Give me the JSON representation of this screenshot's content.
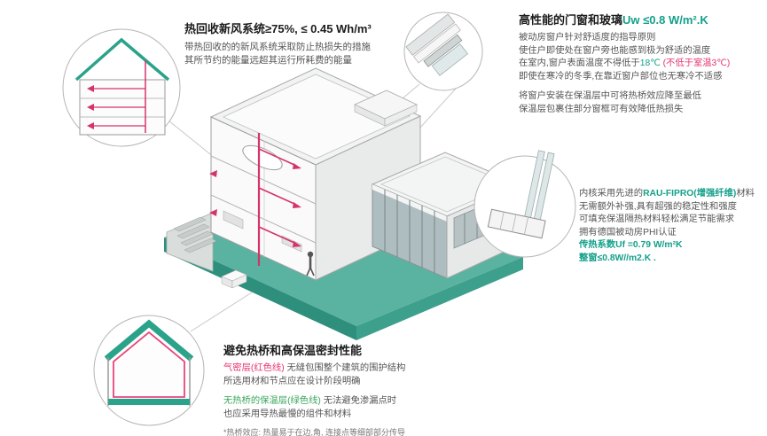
{
  "colors": {
    "teal": "#14a08a",
    "red": "#e8336d",
    "green": "#3aa65c"
  },
  "ventilation": {
    "title": "热回收新风系统≥75%, ≤ 0.45 Wh/m³",
    "body1": "带热回收的的新风系统采取防止热损失的措施",
    "body2": "其所节约的能量远超其运行所耗费的能量"
  },
  "windows": {
    "title_main": "高性能的门窗和玻璃",
    "title_value": "Uw ≤0.8 W/m².K",
    "line1": "被动房窗户针对舒适度的指导原则",
    "line2": "使住户即使处在窗户旁也能感到极为舒适的温度",
    "line3a": "在室内,窗户表面温度不得低于",
    "line3b": "18℃",
    "line3c": " (不低于室温3℃)",
    "line4": "即使在寒冷的冬季,在靠近窗户部位也无寒冷不适感",
    "line5": "将窗户安装在保温层中可将热桥效应降至最低",
    "line6": "保温层包裹住部分窗框可有效降低热损失"
  },
  "profile": {
    "line1a": "内核采用先进的",
    "line1b": "RAU-FIPRO(增强纤维)",
    "line1c": "材料",
    "line2": "无需额外补强,具有超强的稳定性和强度",
    "line3": "可填充保温隔热材料轻松满足节能需求",
    "line4": "拥有德国被动房PHI认证",
    "line5": "传热系数Uf =0.79 W/m²K",
    "line6": "整窗≤0.8W//m2.K ."
  },
  "thermal": {
    "title": "避免热桥和高保温密封性能",
    "airtight_label": "气密层(红色线)",
    "airtight_line1": " 无缝包围整个建筑的围护结构",
    "airtight_line2": "所选用材和节点应在设计阶段明确",
    "insulation_label": "无热桥的保温层(绿色线)",
    "insulation_line1": " 无法避免渗漏点时",
    "insulation_line2": "也应采用导热最慢的组件和材料",
    "footnote": "*热桥效应: 热量易于在边,角, 连接点等细部部分传导"
  }
}
